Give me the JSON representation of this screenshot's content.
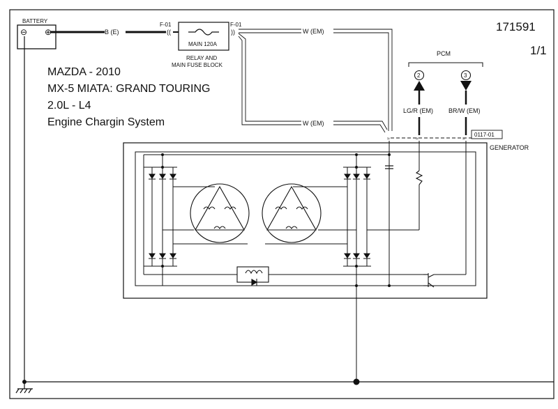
{
  "header": {
    "diagram_number": "171591",
    "page": "1/1"
  },
  "vehicle": {
    "make_year": "MAZDA - 2010",
    "model": "MX-5 MIATA: GRAND TOURING",
    "engine": "2.0L - L4",
    "system": "Engine Chargin System"
  },
  "battery": {
    "label": "BATTERY",
    "neg_symbol": "⊖",
    "pos_symbol": "⊕"
  },
  "wires": {
    "battery_cable": "B (E)",
    "fuse_output_top": "W (EM)",
    "fuse_output_bottom": "W (EM)",
    "pcm_pin2_wire": "LG/R (EM)",
    "pcm_pin3_wire": "BR/W (EM)"
  },
  "connectors": {
    "fuse_in": "F-01",
    "fuse_out": "F-01",
    "generator": "0117-01"
  },
  "fuse_block": {
    "fuse": "MAIN 120A",
    "name_line1": "RELAY AND",
    "name_line2": "MAIN FUSE BLOCK"
  },
  "pcm": {
    "label": "PCM",
    "pin_a": "2",
    "pin_b": "3"
  },
  "generator": {
    "label": "GENERATOR"
  },
  "colors": {
    "line": "#111111",
    "background": "#ffffff"
  }
}
